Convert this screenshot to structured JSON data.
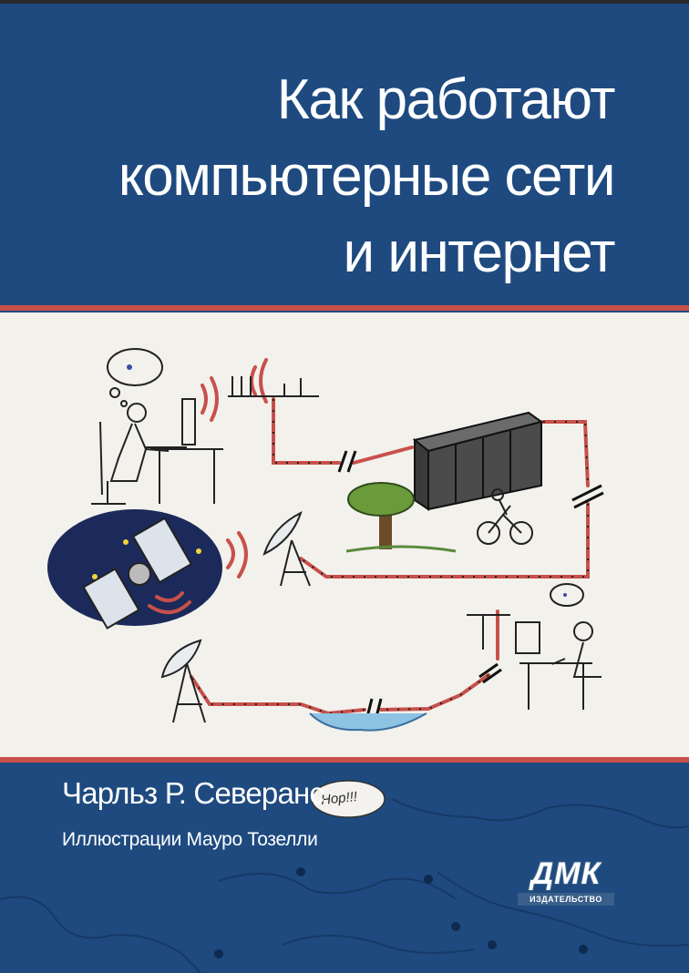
{
  "cover": {
    "title_lines": [
      "Как работают",
      "компьютерные сети",
      "и интернет"
    ],
    "author": "Чарльз Р. Северанс",
    "illustrator_credit": "Иллюстрации Мауро Тозелли",
    "bubble_text": "Hop!!!",
    "publisher": {
      "logo_letters": "ДМК",
      "logo_subtitle": "ИЗДАТЕЛЬСТВО"
    }
  },
  "colors": {
    "background_blue": "#1e4a7f",
    "accent_red": "#c8504a",
    "illustration_paper": "#f3f1ec",
    "text_white": "#ffffff"
  },
  "icons": {
    "illustration": "network-illustration",
    "map": "world-map-background",
    "logo": "dmk-publisher-logo"
  }
}
